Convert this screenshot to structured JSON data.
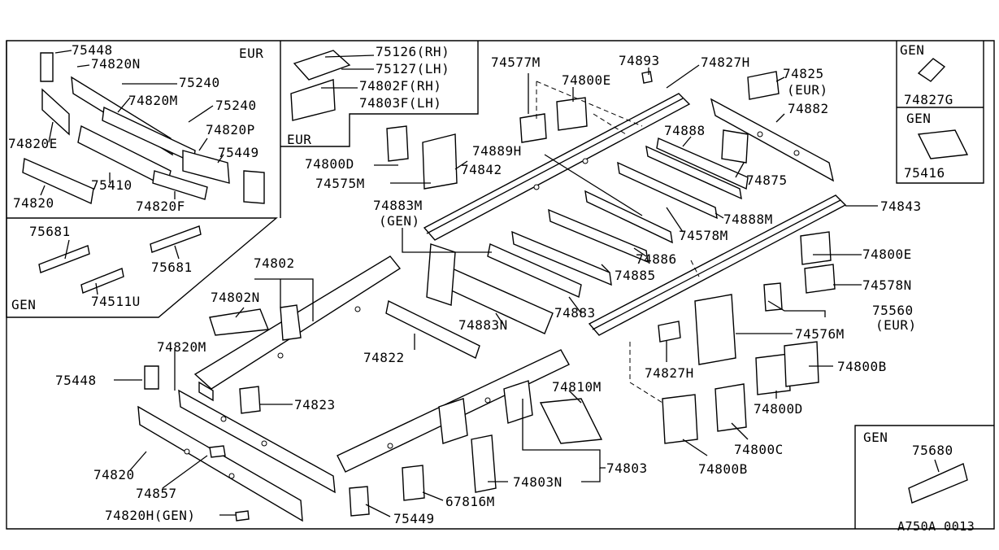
{
  "diagram_id": "A750A 0013",
  "region_tags": {
    "eur_top_left": "EUR",
    "eur_top_mid": "EUR",
    "gen_left": "GEN",
    "gen_right_top": "GEN",
    "gen_right_mid": "GEN",
    "gen_bottom_right": "GEN"
  },
  "labels": [
    {
      "id": "p75448a",
      "text": "75448"
    },
    {
      "id": "p74820Na",
      "text": "74820N"
    },
    {
      "id": "p75240a",
      "text": "75240"
    },
    {
      "id": "p74820Ma",
      "text": "74820M"
    },
    {
      "id": "p75240b",
      "text": "75240"
    },
    {
      "id": "p74820Ea",
      "text": "74820E"
    },
    {
      "id": "p74820Pa",
      "text": "74820P"
    },
    {
      "id": "p75449a",
      "text": "75449"
    },
    {
      "id": "p75410a",
      "text": "75410"
    },
    {
      "id": "p74820a",
      "text": "74820"
    },
    {
      "id": "p74820Fa",
      "text": "74820F"
    },
    {
      "id": "p75126",
      "text": "75126(RH)"
    },
    {
      "id": "p75127",
      "text": "75127(LH)"
    },
    {
      "id": "p74802F",
      "text": "74802F(RH)"
    },
    {
      "id": "p74803F",
      "text": "74803F(LH)"
    },
    {
      "id": "p75681a",
      "text": "75681"
    },
    {
      "id": "p75681b",
      "text": "75681"
    },
    {
      "id": "p74511U",
      "text": "74511U"
    },
    {
      "id": "p74577M",
      "text": "74577M"
    },
    {
      "id": "p74800Ea",
      "text": "74800E"
    },
    {
      "id": "p74893",
      "text": "74893"
    },
    {
      "id": "p74827Ha",
      "text": "74827H"
    },
    {
      "id": "p74825",
      "text": "74825"
    },
    {
      "id": "p74825eur",
      "text": "(EUR)"
    },
    {
      "id": "p74882",
      "text": "74882"
    },
    {
      "id": "p74827G",
      "text": "74827G"
    },
    {
      "id": "p75416",
      "text": "75416"
    },
    {
      "id": "p74888a",
      "text": "74888"
    },
    {
      "id": "p74889H",
      "text": "74889H"
    },
    {
      "id": "p74800D",
      "text": "74800D"
    },
    {
      "id": "p74842",
      "text": "74842"
    },
    {
      "id": "p74575M",
      "text": "74575M"
    },
    {
      "id": "p74875",
      "text": "74875"
    },
    {
      "id": "p74883M",
      "text": "74883M"
    },
    {
      "id": "p74883Mgen",
      "text": "(GEN)"
    },
    {
      "id": "p74888M",
      "text": "74888M"
    },
    {
      "id": "p74843",
      "text": "74843"
    },
    {
      "id": "p74578M",
      "text": "74578M"
    },
    {
      "id": "p74802",
      "text": "74802"
    },
    {
      "id": "p74886",
      "text": "74886"
    },
    {
      "id": "p74800Eb",
      "text": "74800E"
    },
    {
      "id": "p74802N",
      "text": "74802N"
    },
    {
      "id": "p74885",
      "text": "74885"
    },
    {
      "id": "p74578N",
      "text": "74578N"
    },
    {
      "id": "p74883",
      "text": "74883"
    },
    {
      "id": "p75560",
      "text": "75560"
    },
    {
      "id": "p75560eur",
      "text": "(EUR)"
    },
    {
      "id": "p74883N",
      "text": "74883N"
    },
    {
      "id": "p74576M",
      "text": "74576M"
    },
    {
      "id": "p74822",
      "text": "74822"
    },
    {
      "id": "p74820Mb",
      "text": "74820M"
    },
    {
      "id": "p74827Hb",
      "text": "74827H"
    },
    {
      "id": "p74800B",
      "text": "74800B"
    },
    {
      "id": "p75448b",
      "text": "75448"
    },
    {
      "id": "p74810M",
      "text": "74810M"
    },
    {
      "id": "p74800Dd",
      "text": "74800D"
    },
    {
      "id": "p74823",
      "text": "74823"
    },
    {
      "id": "p74800C",
      "text": "74800C"
    },
    {
      "id": "p75680",
      "text": "75680"
    },
    {
      "id": "p74820b",
      "text": "74820"
    },
    {
      "id": "p74803",
      "text": "74803"
    },
    {
      "id": "p74800Bb",
      "text": "74800B"
    },
    {
      "id": "p74857",
      "text": "74857"
    },
    {
      "id": "p74803N",
      "text": "74803N"
    },
    {
      "id": "p67816M",
      "text": "67816M"
    },
    {
      "id": "p74820H",
      "text": "74820H(GEN)"
    },
    {
      "id": "p75449b",
      "text": "75449"
    }
  ]
}
